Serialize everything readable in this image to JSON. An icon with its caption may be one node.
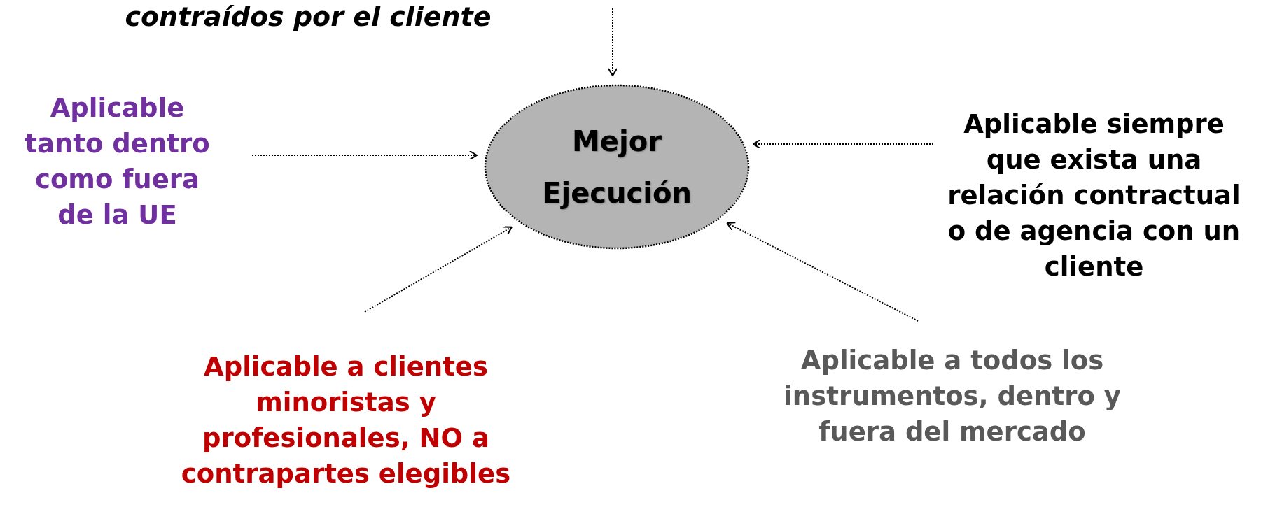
{
  "diagram": {
    "nodes": [
      {
        "text": [
          "Mejor Ejecución"
        ]
      },
      {
        "text": [
          "contraídos por el cliente"
        ]
      },
      {
        "text": [
          "Aplicable tanto dentro como fuera de la UE"
        ]
      },
      {
        "text": [
          "Aplicable siempre que exista una relación contractual o de agencia con un cliente"
        ]
      },
      {
        "text": [
          "Aplicable a clientes minoristas y profesionales, NO a contrapartes elegibles"
        ]
      },
      {
        "text": [
          "Aplicable a todos los instrumentos, dentro y fuera del mercado"
        ]
      }
    ],
    "edges": [
      {
        "from": null,
        "to": 0,
        "arrow": "to"
      },
      {
        "from": 2,
        "to": 0,
        "arrow": "to"
      },
      {
        "from": 3,
        "to": 0,
        "arrow": "to"
      },
      {
        "from": 4,
        "to": 0,
        "arrow": "to"
      },
      {
        "from": 5,
        "to": 0,
        "arrow": "to"
      }
    ]
  }
}
